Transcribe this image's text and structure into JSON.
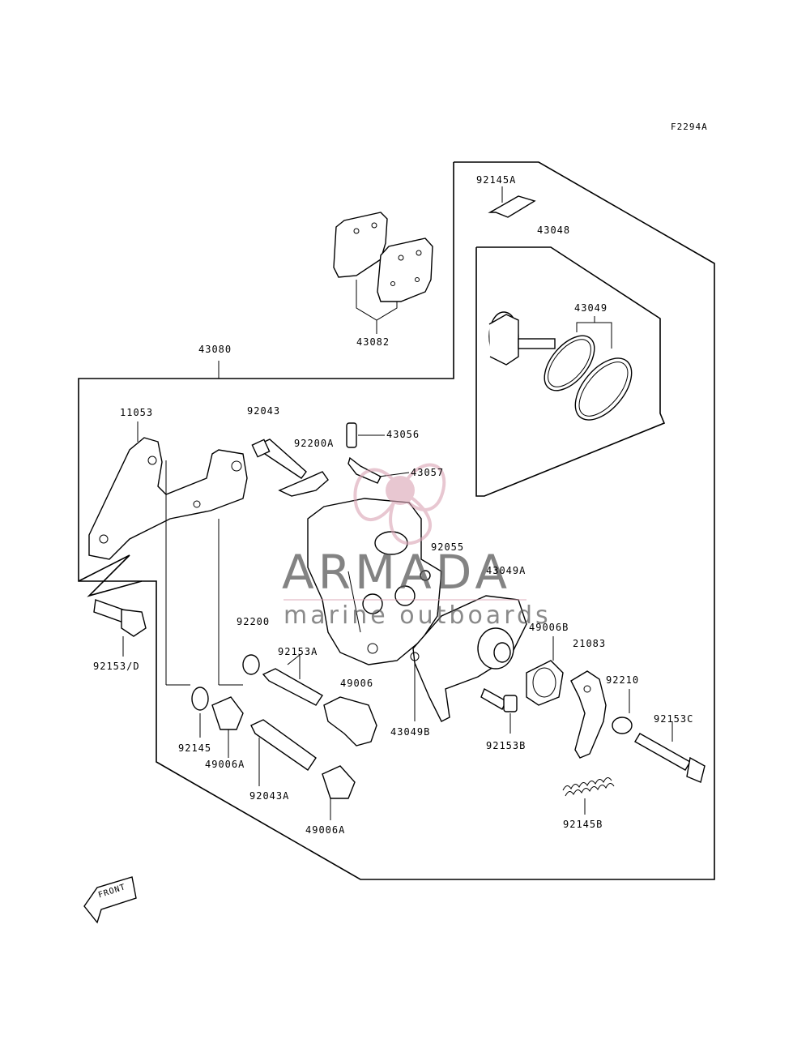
{
  "figure_code": "F2294A",
  "part_labels": {
    "p92145A": "92145A",
    "p43048": "43048",
    "p43049": "43049",
    "p43082": "43082",
    "p43080": "43080",
    "p11053": "11053",
    "p92043": "92043",
    "p92200A": "92200A",
    "p43056": "43056",
    "p43057": "43057",
    "p92055": "92055",
    "p43049A": "43049A",
    "p49006B": "49006B",
    "p21083": "21083",
    "p92210": "92210",
    "p92153C": "92153C",
    "p92200": "92200",
    "p92153A": "92153A",
    "p49006": "49006",
    "p92153D": "92153/D",
    "p92145": "92145",
    "p49006A_1": "49006A",
    "p92043A": "92043A",
    "p49006A_2": "49006A",
    "p43049B": "43049B",
    "p92153B": "92153B",
    "p92145B": "92145B"
  },
  "front_arrow": "FRONT",
  "watermark": {
    "brand": "ARMADA",
    "tagline": "marine outboards",
    "logo_color": "#d9a3b4",
    "text_color": "#555555"
  }
}
